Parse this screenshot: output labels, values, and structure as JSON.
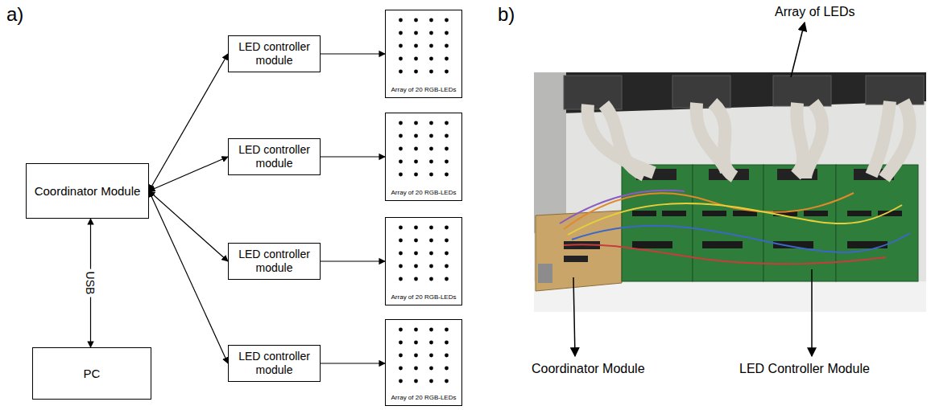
{
  "diagram": {
    "nodes": [
      {
        "text": [
          "Coordinator Module"
        ]
      },
      {
        "text": [
          "PC"
        ]
      },
      {
        "text": [
          "LED controller module"
        ]
      },
      {
        "text": [
          "LED controller module"
        ]
      },
      {
        "text": [
          "LED controller module"
        ]
      },
      {
        "text": [
          "LED controller module"
        ]
      },
      {
        "text": [
          "Array of 20 RGB-LEDs"
        ]
      },
      {
        "text": [
          "Array of 20 RGB-LEDs"
        ]
      },
      {
        "text": [
          "Array of 20 RGB-LEDs"
        ]
      },
      {
        "text": [
          "Array of 20 RGB-LEDs"
        ]
      }
    ],
    "edges": [
      {
        "from": 0,
        "to": 1,
        "arrow": "both",
        "label": "USB"
      },
      {
        "from": 0,
        "to": 2,
        "arrow": "both"
      },
      {
        "from": 0,
        "to": 3,
        "arrow": "both"
      },
      {
        "from": 0,
        "to": 4,
        "arrow": "both"
      },
      {
        "from": 0,
        "to": 5,
        "arrow": "both"
      },
      {
        "from": 2,
        "to": 6,
        "arrow": "to"
      },
      {
        "from": 3,
        "to": 7,
        "arrow": "to"
      },
      {
        "from": 4,
        "to": 8,
        "arrow": "to"
      },
      {
        "from": 5,
        "to": 9,
        "arrow": "to"
      }
    ],
    "labels": [
      "a)",
      "b)",
      "Array of LEDs",
      "Coordinator Module",
      "LED Controller Module"
    ]
  }
}
